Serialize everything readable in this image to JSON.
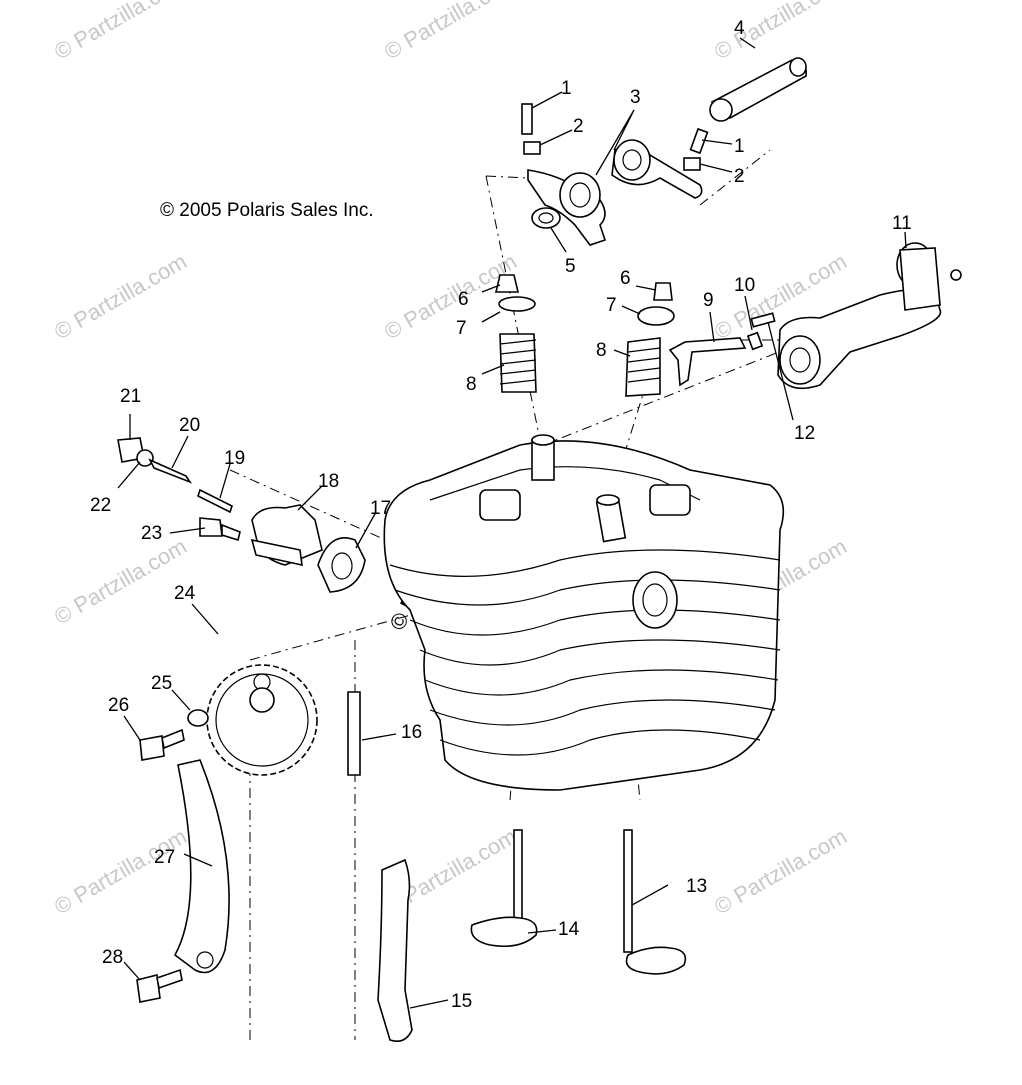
{
  "copyright": "© 2005 Polaris Sales Inc.",
  "watermark": "© Partzilla.com",
  "callouts": [
    {
      "id": "c1a",
      "text": "1"
    },
    {
      "id": "c1b",
      "text": "1"
    },
    {
      "id": "c2a",
      "text": "2"
    },
    {
      "id": "c2b",
      "text": "2"
    },
    {
      "id": "c3",
      "text": "3"
    },
    {
      "id": "c4",
      "text": "4"
    },
    {
      "id": "c5",
      "text": "5"
    },
    {
      "id": "c6a",
      "text": "6"
    },
    {
      "id": "c6b",
      "text": "6"
    },
    {
      "id": "c7a",
      "text": "7"
    },
    {
      "id": "c7b",
      "text": "7"
    },
    {
      "id": "c8a",
      "text": "8"
    },
    {
      "id": "c8b",
      "text": "8"
    },
    {
      "id": "c9",
      "text": "9"
    },
    {
      "id": "c10",
      "text": "10"
    },
    {
      "id": "c11",
      "text": "11"
    },
    {
      "id": "c12",
      "text": "12"
    },
    {
      "id": "c13",
      "text": "13"
    },
    {
      "id": "c14",
      "text": "14"
    },
    {
      "id": "c15",
      "text": "15"
    },
    {
      "id": "c16",
      "text": "16"
    },
    {
      "id": "c17",
      "text": "17"
    },
    {
      "id": "c18",
      "text": "18"
    },
    {
      "id": "c19",
      "text": "19"
    },
    {
      "id": "c20",
      "text": "20"
    },
    {
      "id": "c21",
      "text": "21"
    },
    {
      "id": "c22",
      "text": "22"
    },
    {
      "id": "c23",
      "text": "23"
    },
    {
      "id": "c24",
      "text": "24"
    },
    {
      "id": "c25",
      "text": "25"
    },
    {
      "id": "c26",
      "text": "26"
    },
    {
      "id": "c27",
      "text": "27"
    },
    {
      "id": "c28",
      "text": "28"
    }
  ]
}
